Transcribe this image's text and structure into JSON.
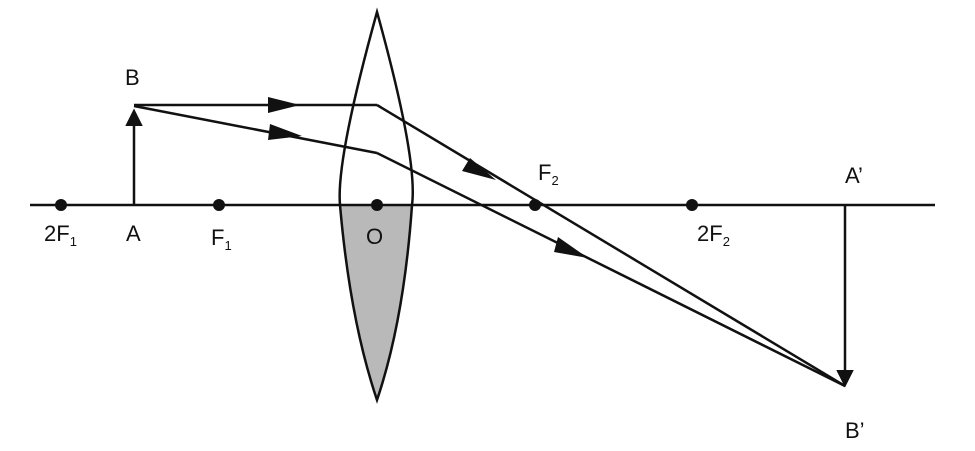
{
  "colors": {
    "line": "#111111",
    "lens_lower_fill": "#b9b9b9",
    "lens_upper_fill": "#ffffff",
    "background": "#ffffff"
  },
  "labels": {
    "point_2f1_main": "2F",
    "point_2f1_sub": "1",
    "point_a": "A",
    "point_b": "B",
    "point_f1_main": "F",
    "point_f1_sub": "1",
    "point_o": "O",
    "point_f2_main": "F",
    "point_f2_sub": "2",
    "point_2f2_main": "2F",
    "point_2f2_sub": "2",
    "point_a_prime": "A’",
    "point_b_prime": "B’"
  }
}
